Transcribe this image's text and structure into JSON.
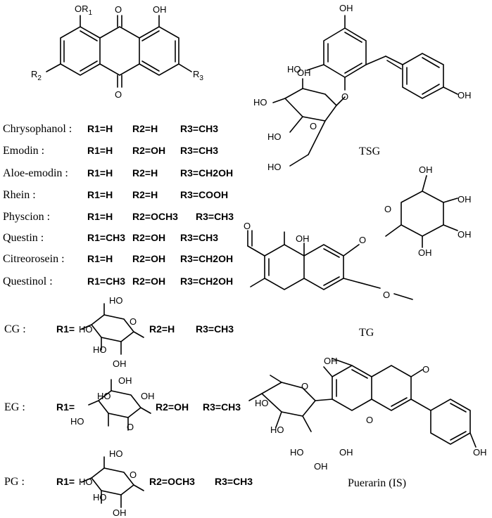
{
  "core_atoms": {
    "oh": "OH",
    "o": "O",
    "or1": "OR",
    "r1sub": "1",
    "r2": "R",
    "r2sub": "2",
    "r3": "R",
    "r3sub": "3"
  },
  "compounds": [
    {
      "name": "Chrysophanol :",
      "r1": "R1=H",
      "r2": "R2=H",
      "r3": "R3=CH3"
    },
    {
      "name": "Emodin :",
      "r1": "R1=H",
      "r2": "R2=OH",
      "r3": "R3=CH3"
    },
    {
      "name": "Aloe-emodin :",
      "r1": "R1=H",
      "r2": "R2=H",
      "r3": "R3=CH2OH"
    },
    {
      "name": "Rhein :",
      "r1": "R1=H",
      "r2": "R2=H",
      "r3": "R3=COOH"
    },
    {
      "name": "Physcion :",
      "r1": "R1=H",
      "r2": "R2=OCH3",
      "r3": "R3=CH3"
    },
    {
      "name": "Questin :",
      "r1": "R1=CH3",
      "r2": "R2=OH",
      "r3": "R3=CH3"
    },
    {
      "name": "Citreorosein :",
      "r1": "R1=H",
      "r2": "R2=OH",
      "r3": "R3=CH2OH"
    },
    {
      "name": "Questinol :",
      "r1": "R1=CH3",
      "r2": "R2=OH",
      "r3": "R3=CH2OH"
    }
  ],
  "glycosides": [
    {
      "name": "CG :",
      "r1": "R1=",
      "r2": "R2=H",
      "r3": "R3=CH3"
    },
    {
      "name": "EG :",
      "r1": "R1=",
      "r2": "R2=OH",
      "r3": "R3=CH3"
    },
    {
      "name": "PG :",
      "r1": "R1=",
      "r2": "R2=OCH3",
      "r3": "R3=CH3"
    }
  ],
  "sugar_atoms": {
    "ho": "HO",
    "oh": "OH",
    "o": "O"
  },
  "right_labels": {
    "tsg": "TSG",
    "tg": "TG",
    "puerarin": "Puerarin (IS)"
  },
  "colors": {
    "ink": "#000000",
    "background": "#ffffff"
  }
}
